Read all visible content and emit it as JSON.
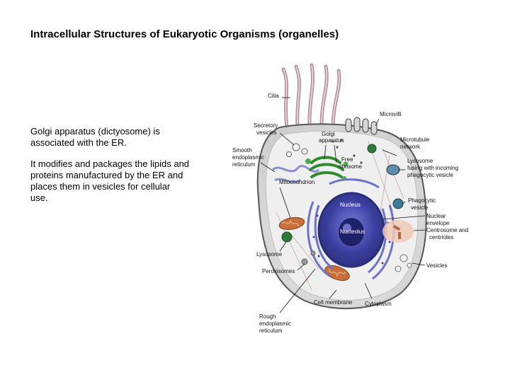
{
  "slide": {
    "title": "Intracellular Structures of Eukaryotic Organisms (organelles)",
    "paragraphs": [
      "Golgi apparatus  (dictyosome)  is associated with the ER.",
      "It modifies and packages the lipids and proteins manufactured by the ER and places them in vesicles for cellular use."
    ]
  },
  "diagram": {
    "labels": {
      "cilia": "Cilia",
      "microvilli": "Microvilli",
      "secretory_vesicles": [
        "Secretory",
        "vesicles"
      ],
      "golgi_apparatus": [
        "Golgi",
        "apparatus"
      ],
      "smooth_er": [
        "Smooth",
        "endoplasmic",
        "reticulum"
      ],
      "free_ribosome": [
        "Free",
        "ribosome"
      ],
      "microtubule_network": [
        "Microtubule",
        "network"
      ],
      "lysosome_fusing": [
        "Lysosome",
        "fusing with incoming",
        "phagocytic vesicle"
      ],
      "mitochondrion": "Mitochondrion",
      "nucleus": "Nucleus",
      "nucleolus": "Nucleolus",
      "phagocytic_vesicle": [
        "Phagocytic",
        "vesicle"
      ],
      "nuclear_envelope": [
        "Nuclear",
        "envelope"
      ],
      "centrosome": [
        "Centrosome and",
        "centrioles"
      ],
      "lysosome": "Lysosome",
      "peroxisomes": "Peroxisomes",
      "vesicles": "Vesicles",
      "cell_membrane": "Cell membrane",
      "cytoplasm": "Cytoplasm",
      "rough_er": [
        "Rough",
        "endoplasmic",
        "reticulum"
      ]
    },
    "colors": {
      "cell_fill": "#d9d9d9",
      "cytoplasm": "#ececec",
      "nucleus": "#3a3f9a",
      "er": "#6b72c8",
      "golgi": "#2e8b2e",
      "mitochondrion": "#c8703a",
      "centrosome": "#e8b8a0",
      "cilia": "#c9a0b0"
    }
  }
}
